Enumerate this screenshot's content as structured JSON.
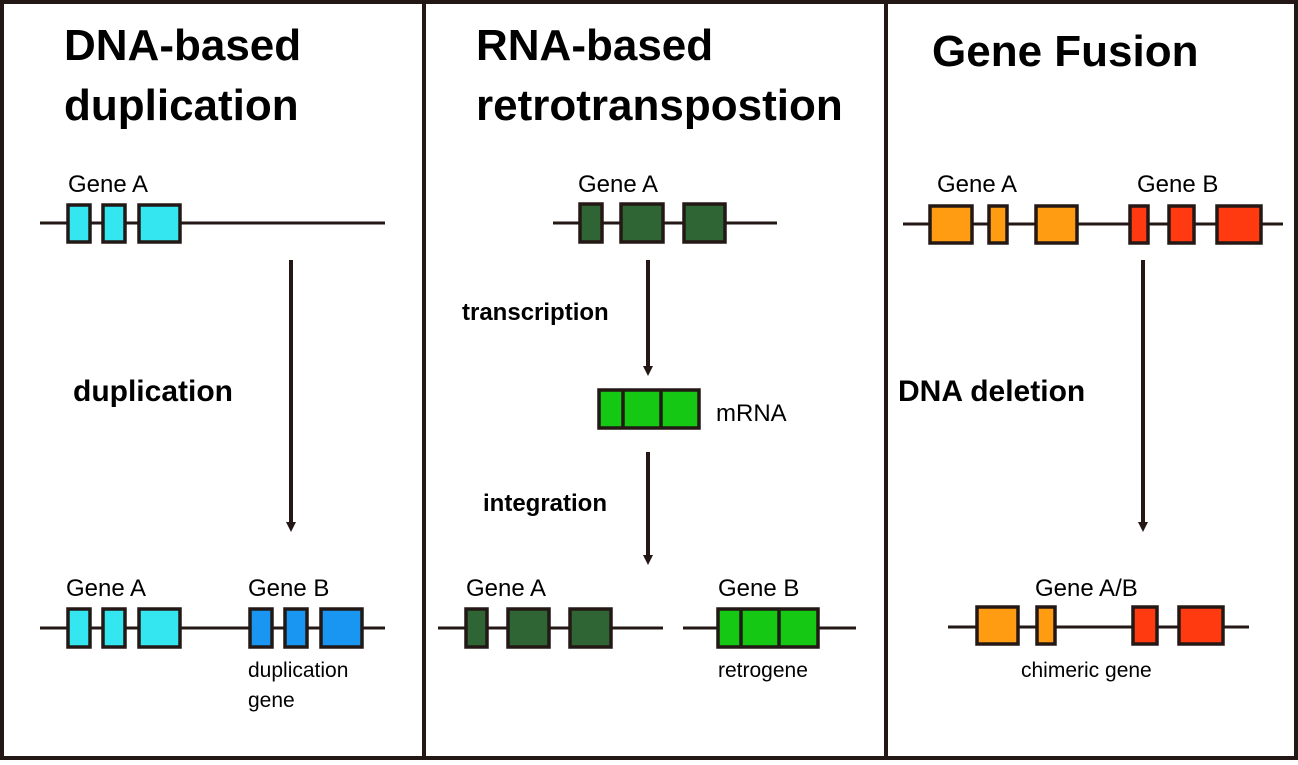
{
  "panels": [
    {
      "title_line1": "DNA-based",
      "title_line2": "duplication",
      "top_gene_label": "Gene A",
      "step_label": "duplication",
      "bottom_gene_a_label": "Gene A",
      "bottom_gene_b_label": "Gene B",
      "caption_line1": "duplication",
      "caption_line2": "gene"
    },
    {
      "title_line1": "RNA-based",
      "title_line2": "retrotranspostion",
      "top_gene_label": "Gene A",
      "step1_label": "transcription",
      "mrna_label": "mRNA",
      "step2_label": "integration",
      "bottom_gene_a_label": "Gene A",
      "bottom_gene_b_label": "Gene B",
      "caption": "retrogene"
    },
    {
      "title": "Gene Fusion",
      "top_gene_a_label": "Gene A",
      "top_gene_b_label": "Gene B",
      "step_label": "DNA deletion",
      "bottom_gene_label": "Gene A/B",
      "caption": "chimeric gene"
    }
  ],
  "colors": {
    "border": "#231815",
    "gene_a_cyan": "#33e6f0",
    "gene_b_blue": "#1996f2",
    "gene_a_dark_green": "#2f6435",
    "retro_green": "#14c814",
    "gene_a_orange": "#ff9c12",
    "gene_b_red": "#ff3a10"
  }
}
